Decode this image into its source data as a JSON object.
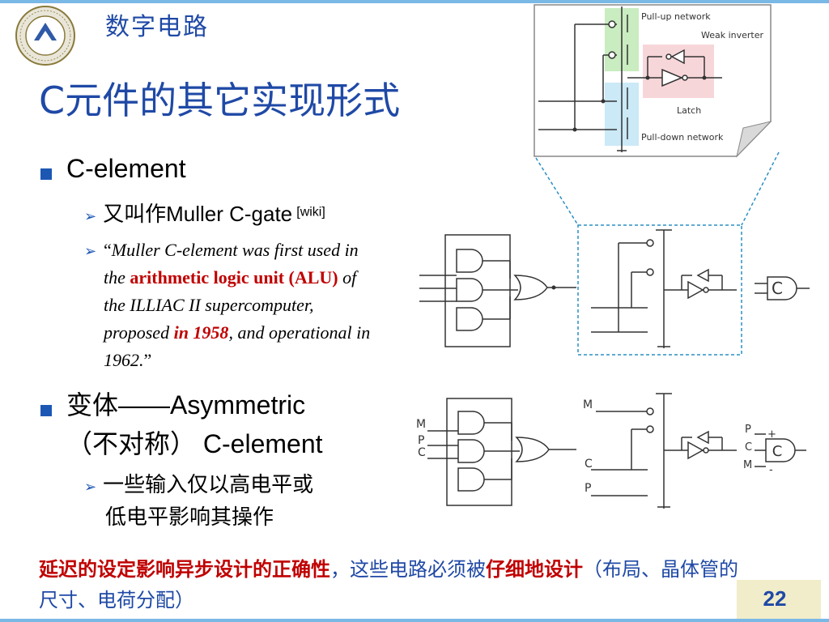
{
  "header": {
    "course": "数字电路",
    "title": "C元件的其它实现形式"
  },
  "bullets": {
    "b1": "C-element",
    "b1_sub1": "又叫作Muller C-gate",
    "b1_sub1_ref": "[wiki]",
    "quote_open": "“",
    "quote_a": "Muller C-element was first used in the ",
    "quote_red1": "arithmetic logic unit (ALU)",
    "quote_b": " of the ILLIAC II supercomputer, proposed ",
    "quote_red2": "in 1958",
    "quote_c": ", and operational in 1962.",
    "quote_close": "”",
    "b2_line1": "变体——Asymmetric",
    "b2_line2": "（不对称） C-element",
    "b2_sub1_line1": "一些输入仅以高电平或",
    "b2_sub1_line2": "低电平影响其操作"
  },
  "inset": {
    "pullup": "Pull-up network",
    "weak": "Weak inverter",
    "latch": "Latch",
    "pulldown": "Pull-down network"
  },
  "circuit": {
    "c_label": "C",
    "m_top": "M",
    "m_left": "M",
    "p_left": "P",
    "c_left": "C",
    "c_mid": "C",
    "p_mid": "P",
    "sym_p": "P",
    "sym_c": "C",
    "sym_m": "M",
    "plus": "+",
    "minus": "-",
    "c_sym2": "C"
  },
  "bottom": {
    "red1": "延迟的设定影响异步设计的正确性",
    "blue1": "，这些电路必须被",
    "red2": "仔细地设计",
    "blue2": "（布局、晶体管的尺寸、电荷分配）"
  },
  "page": {
    "number": "22"
  },
  "colors": {
    "accent": "#1f49a6",
    "red": "#c00000",
    "page_box": "#f1ecc9"
  }
}
